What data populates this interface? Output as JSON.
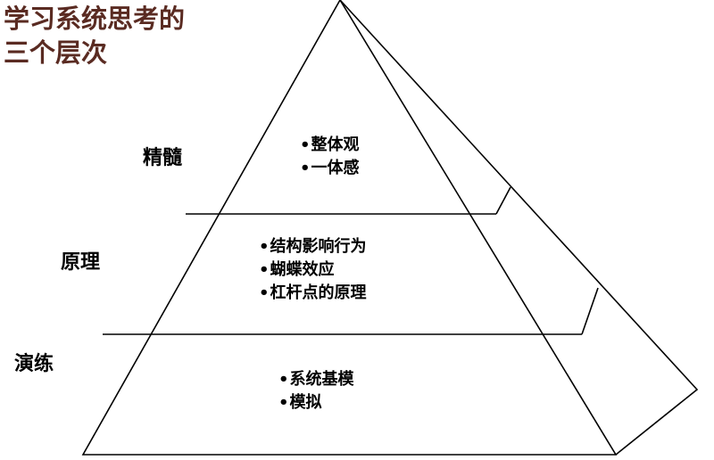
{
  "title": {
    "line1": "学习系统思考的",
    "line2": "三个层次"
  },
  "levels": [
    {
      "label": "精髓",
      "items": [
        "整体观",
        "一体感"
      ]
    },
    {
      "label": "原理",
      "items": [
        "结构影响行为",
        "蝴蝶效应",
        "杠杆点的原理"
      ]
    },
    {
      "label": "演练",
      "items": [
        "系统基模",
        "模拟"
      ]
    }
  ],
  "colors": {
    "title": "#5a2b22",
    "line": "#000000"
  }
}
